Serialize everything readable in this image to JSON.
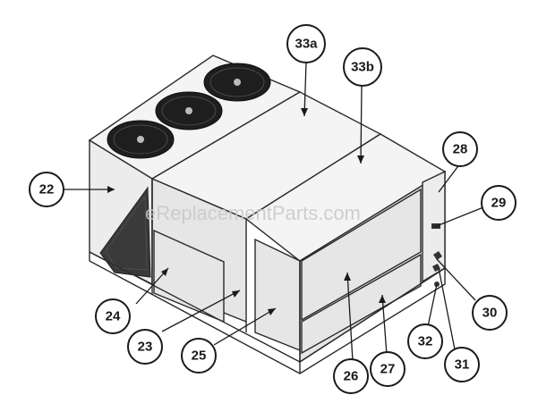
{
  "watermark": "eReplacementParts.com",
  "callouts": [
    {
      "id": "22",
      "label": "22"
    },
    {
      "id": "23",
      "label": "23"
    },
    {
      "id": "24",
      "label": "24"
    },
    {
      "id": "25",
      "label": "25"
    },
    {
      "id": "26",
      "label": "26"
    },
    {
      "id": "27",
      "label": "27"
    },
    {
      "id": "28",
      "label": "28"
    },
    {
      "id": "29",
      "label": "29"
    },
    {
      "id": "30",
      "label": "30"
    },
    {
      "id": "31",
      "label": "31"
    },
    {
      "id": "32",
      "label": "32"
    },
    {
      "id": "33a",
      "label": "33a"
    },
    {
      "id": "33b",
      "label": "33b"
    }
  ]
}
